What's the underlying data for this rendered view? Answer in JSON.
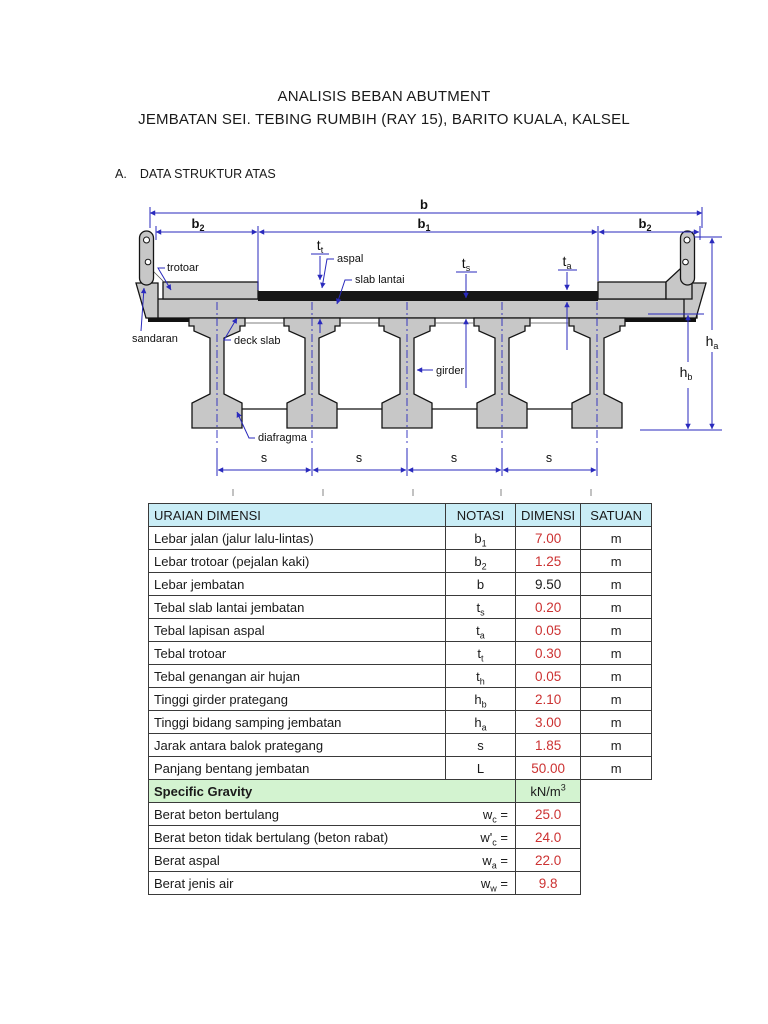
{
  "colors": {
    "dim_blue": "#2a2abd",
    "concrete": "#c7c7c7",
    "asphalt": "#161616",
    "header_cyan": "#c9edf6",
    "gravity_green": "#d3f3d0",
    "value_red": "#cc3232",
    "table_border": "#3a3a3a"
  },
  "page": {
    "title_line1": "ANALISIS BEBAN ABUTMENT",
    "title_line2": "JEMBATAN SEI. TEBING RUMBIH (RAY 15), BARITO KUALA, KALSEL",
    "section_label": "A.",
    "section_title": "DATA STRUKTUR ATAS"
  },
  "diagram": {
    "dims": {
      "b": {
        "base": "b",
        "sub": ""
      },
      "b1": {
        "base": "b",
        "sub": "1"
      },
      "b2": {
        "base": "b",
        "sub": "2"
      },
      "tt": {
        "base": "t",
        "sub": "t"
      },
      "ts": {
        "base": "t",
        "sub": "s"
      },
      "ta": {
        "base": "t",
        "sub": "a"
      },
      "ha": {
        "base": "h",
        "sub": "a"
      },
      "hb": {
        "base": "h",
        "sub": "b"
      },
      "s": {
        "base": "s",
        "sub": ""
      }
    },
    "labels": {
      "trotoar": "trotoar",
      "aspal": "aspal",
      "slab_lantai": "slab lantai",
      "sandaran": "sandaran",
      "deck_slab": "deck slab",
      "girder": "girder",
      "diafragma": "diafragma"
    }
  },
  "table": {
    "headers": [
      "URAIAN DIMENSI",
      "NOTASI",
      "DIMENSI",
      "SATUAN"
    ],
    "rows": [
      {
        "label": "Lebar jalan (jalur lalu-lintas)",
        "n_base": "b",
        "n_sub": "1",
        "value": "7.00",
        "unit": "m"
      },
      {
        "label": "Lebar trotoar (pejalan kaki)",
        "n_base": "b",
        "n_sub": "2",
        "value": "1.25",
        "unit": "m"
      },
      {
        "label": "Lebar jembatan",
        "n_base": "b",
        "n_sub": "",
        "value": "9.50",
        "unit": "m"
      },
      {
        "label": "Tebal slab lantai jembatan",
        "n_base": "t",
        "n_sub": "s",
        "value": "0.20",
        "unit": "m"
      },
      {
        "label": "Tebal lapisan aspal",
        "n_base": "t",
        "n_sub": "a",
        "value": "0.05",
        "unit": "m"
      },
      {
        "label": "Tebal trotoar",
        "n_base": "t",
        "n_sub": "t",
        "value": "0.30",
        "unit": "m"
      },
      {
        "label": "Tebal genangan air hujan",
        "n_base": "t",
        "n_sub": "h",
        "value": "0.05",
        "unit": "m"
      },
      {
        "label": "Tinggi girder prategang",
        "n_base": "h",
        "n_sub": "b",
        "value": "2.10",
        "unit": "m"
      },
      {
        "label": "Tinggi bidang samping jembatan",
        "n_base": "h",
        "n_sub": "a",
        "value": "3.00",
        "unit": "m"
      },
      {
        "label": "Jarak antara balok prategang",
        "n_base": "s",
        "n_sub": "",
        "value": "1.85",
        "unit": "m"
      },
      {
        "label": "Panjang bentang jembatan",
        "n_base": "L",
        "n_sub": "",
        "value": "50.00",
        "unit": "m"
      }
    ],
    "gravity": {
      "title": "Specific Gravity",
      "unit_base": "kN/m",
      "unit_sup": "3",
      "rows": [
        {
          "label": "Berat beton bertulang",
          "n_base": "w",
          "n_sub": "c",
          "eq": "=",
          "value": "25.0"
        },
        {
          "label": "Berat beton tidak bertulang (beton rabat)",
          "n_base": "w'",
          "n_sub": "c",
          "eq": "=",
          "value": "24.0"
        },
        {
          "label": "Berat aspal",
          "n_base": "w",
          "n_sub": "a",
          "eq": "=",
          "value": "22.0"
        },
        {
          "label": "Berat jenis air",
          "n_base": "w",
          "n_sub": "w",
          "eq": "=",
          "value": "9.8"
        }
      ]
    }
  }
}
